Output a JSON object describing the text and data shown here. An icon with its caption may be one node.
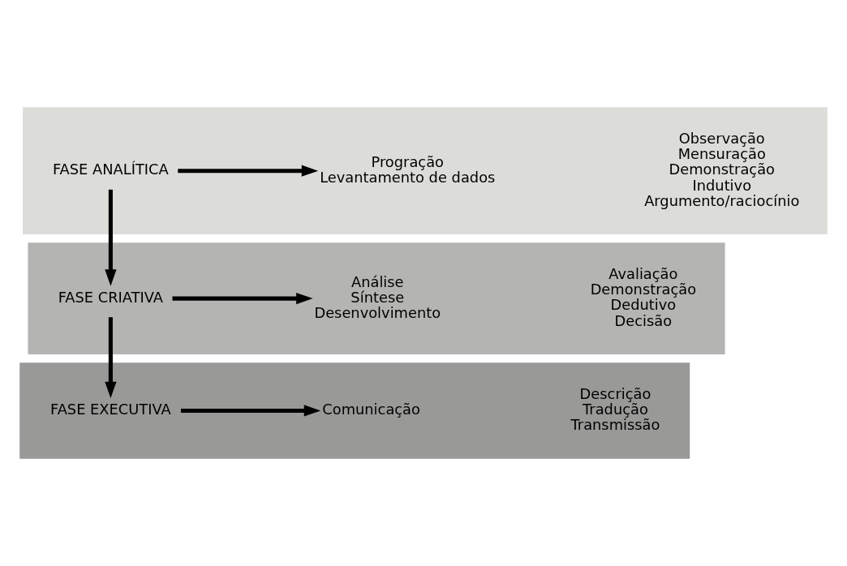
{
  "diagram": {
    "nodes": [
      {
        "text": [],
        "shape": "band"
      },
      {
        "text": [
          "FASE ANALÍTICA"
        ],
        "in": 0
      },
      {
        "text": [
          "Progração",
          "Levantamento de dados"
        ],
        "in": 0
      },
      {
        "text": [],
        "shape": "band"
      },
      {
        "text": [
          "FASE CRIATIVA"
        ],
        "in": 3
      },
      {
        "text": [
          "Análise",
          "Síntese",
          "Desenvolvimento"
        ],
        "in": 3
      },
      {
        "text": [],
        "shape": "band"
      },
      {
        "text": [
          "FASE EXECUTIVA"
        ],
        "in": 6
      },
      {
        "text": [
          "Comunicação"
        ],
        "in": 6
      }
    ],
    "edges": [
      {
        "from": 1,
        "to": 2,
        "arrow": "to"
      },
      {
        "from": 1,
        "to": 4,
        "arrow": "to"
      },
      {
        "from": 4,
        "to": 5,
        "arrow": "to"
      },
      {
        "from": 4,
        "to": 7,
        "arrow": "to"
      },
      {
        "from": 7,
        "to": 8,
        "arrow": "to"
      }
    ],
    "labels": [
      "Observação",
      "Mensuração",
      "Demonstração",
      "Indutivo",
      "Argumento/raciocínio",
      "Avaliação",
      "Demonstração",
      "Dedutivo",
      "Decisão",
      "Descrição",
      "Tradução",
      "Transmissão"
    ]
  }
}
